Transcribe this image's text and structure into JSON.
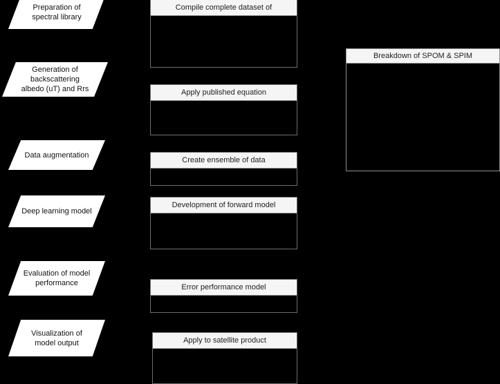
{
  "diagram": {
    "title": "",
    "background_color": "#000000",
    "stage_fill": "#ffffff",
    "stage_text_color": "#111111",
    "box_header_fill": "#f5f5f5",
    "box_body_fill": "#000000",
    "box_border_color": "#6e6e6e"
  },
  "stages": [
    {
      "label": "Preparation of\nspectral library"
    },
    {
      "label": "Generation of backscattering\nalbedo (uT) and Rrs"
    },
    {
      "label": "Data augmentation"
    },
    {
      "label": "Deep learning model"
    },
    {
      "label": "Evaluation of model\nperformance"
    },
    {
      "label": "Visualization of\nmodel output"
    }
  ],
  "process_boxes": [
    {
      "header": "Compile complete dataset of"
    },
    {
      "header": "Apply published equation"
    },
    {
      "header": "Create ensemble of data"
    },
    {
      "header": "Development of forward model"
    },
    {
      "header": "Error performance model"
    },
    {
      "header": "Apply to satellite product"
    }
  ],
  "side_panel": {
    "header": "Breakdown of SPOM & SPIM"
  }
}
